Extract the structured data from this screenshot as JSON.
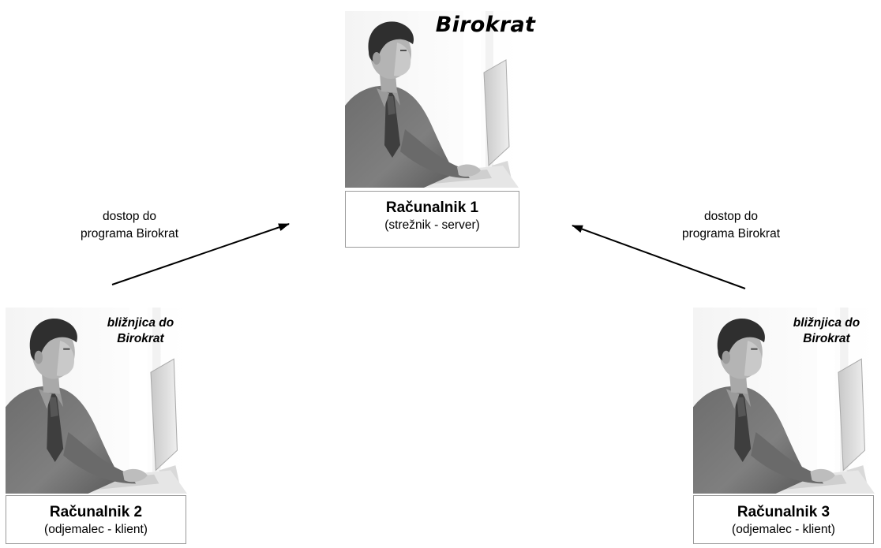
{
  "server": {
    "brand": "Birokrat",
    "title": "Računalnik 1",
    "subtitle": "(strežnik - server)"
  },
  "client_left": {
    "shortcut_line1": "bližnjica do",
    "shortcut_line2": "Birokrat",
    "title": "Računalnik 2",
    "subtitle": "(odjemalec - klient)"
  },
  "client_right": {
    "shortcut_line1": "bližnjica do",
    "shortcut_line2": "Birokrat",
    "title": "Računalnik 3",
    "subtitle": "(odjemalec - klient)"
  },
  "connections": {
    "left_label_line1": "dostop do",
    "left_label_line2": "programa Birokrat",
    "right_label_line1": "dostop do",
    "right_label_line2": "programa Birokrat"
  }
}
